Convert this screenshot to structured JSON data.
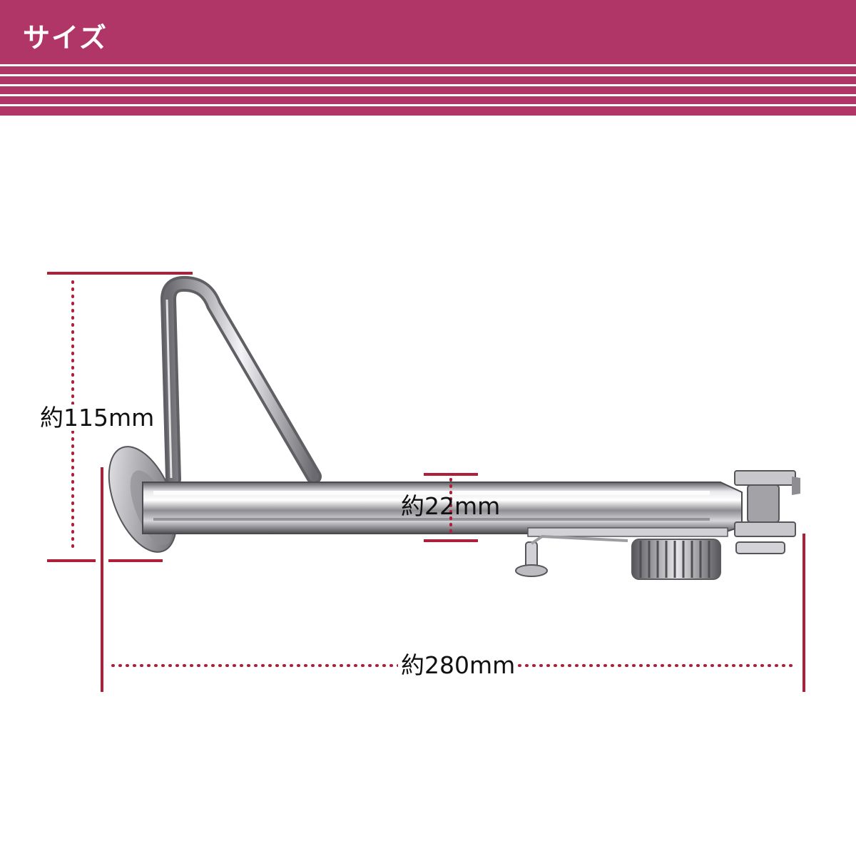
{
  "header": {
    "title": "サイズ"
  },
  "colors": {
    "header_bg": "#b03667",
    "dimension_line": "#b01f3a",
    "chrome_mid": "#c9c9cc",
    "chrome_dark": "#6f6f74"
  },
  "dimensions": {
    "height_label": "約115mm",
    "diameter_label": "約22mm",
    "length_label": "約280mm"
  }
}
